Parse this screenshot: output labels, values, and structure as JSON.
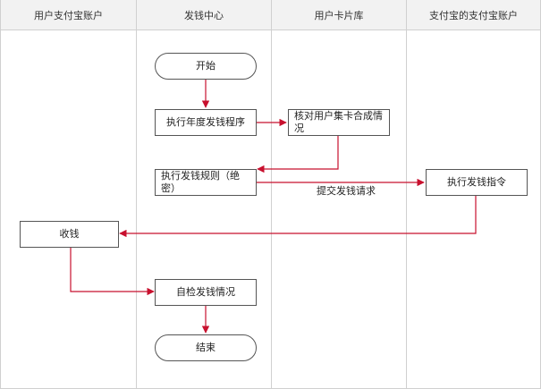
{
  "lanes": [
    {
      "title": "用户支付宝账户"
    },
    {
      "title": "发钱中心"
    },
    {
      "title": "用户卡片库"
    },
    {
      "title": "支付宝的支付宝账户"
    }
  ],
  "nodes": {
    "start": "开始",
    "annual": "执行年度发钱程序",
    "verify": "核对用户集卡合成情况",
    "rules": "执行发钱规则（绝密）",
    "command": "执行发钱指令",
    "collect": "收钱",
    "selfcheck": "自检发钱情况",
    "end": "结束"
  },
  "edges": {
    "submit_label": "提交发钱请求"
  },
  "colors": {
    "arrow": "#c8102e",
    "border": "#555555",
    "header_bg": "#f2f2f2",
    "lane_line": "#d0d0d0"
  }
}
